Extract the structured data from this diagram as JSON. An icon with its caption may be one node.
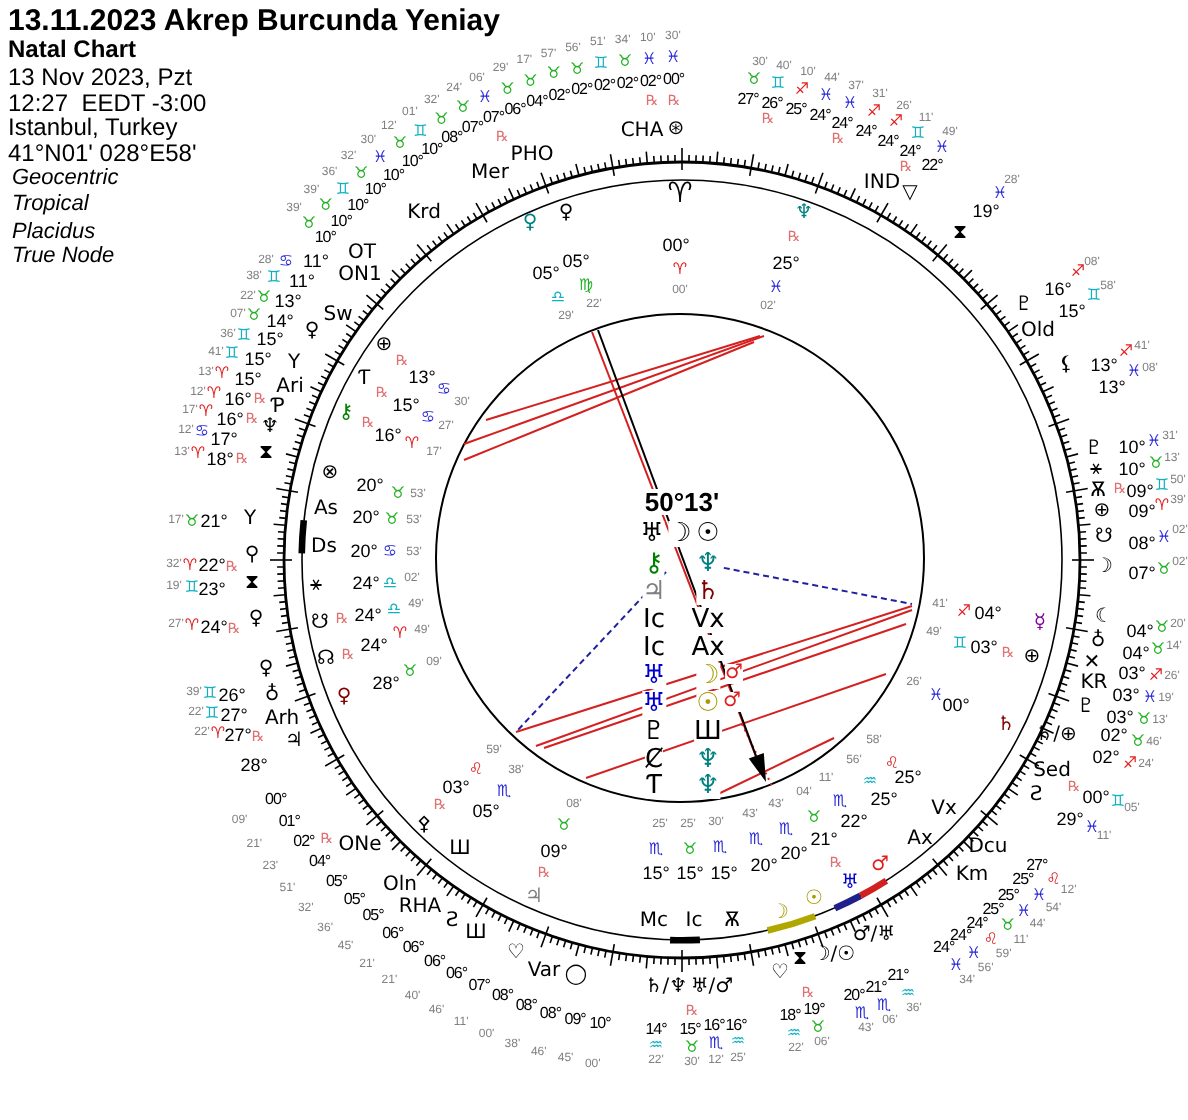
{
  "diagram": {
    "title": "13.11.2023 Akrep Burcunda Yeniay",
    "labels": [
      "Natal Chart",
      "13 Nov 2023, Pzt",
      "12:27  EEDT -3:00",
      "Istanbul, Turkey",
      "41°N01' 028°E58'",
      "Geocentric",
      "Tropical",
      "Placidus",
      "True Node",
      "50°13'",
      "♅",
      "☽",
      "☉",
      "⚷",
      "♆",
      "♃",
      "♄",
      "Ic",
      "Vx",
      "Ic",
      "Ax",
      "♅",
      "☽",
      "♂",
      "♅",
      "☉",
      "♂",
      "♇",
      "Ш",
      "Ȼ",
      "♆",
      "Ƭ",
      "♆",
      "♈",
      "00°",
      "♈",
      "00'",
      "♆",
      "℞",
      "25°",
      "♓",
      "02'",
      "⊗",
      "20°",
      "♉",
      "53'",
      "As",
      "20°",
      "♉",
      "53'",
      "Ds",
      "20°",
      "♋",
      "53'",
      "⚹",
      "24°",
      "♎",
      "02'",
      "☋",
      "℞",
      "24°",
      "♎",
      "49'",
      "☊",
      "℞",
      "24°",
      "♈",
      "49'",
      "♀",
      "28°",
      "♉",
      "09'",
      "⊕",
      "℞",
      "13°",
      "♋",
      "30'",
      "Ƭ",
      "℞",
      "15°",
      "♋",
      "27'",
      "⚷",
      "℞",
      "16°",
      "♈",
      "17'",
      "59'",
      "♌",
      "03°",
      "℞",
      "⚴",
      "38'",
      "♏",
      "05°",
      "Ш",
      "08'",
      "♉",
      "09°",
      "℞",
      "♃",
      "25'",
      "♏",
      "15°",
      "Mc",
      "25'",
      "♉",
      "15°",
      "Ic",
      "30'",
      "♏",
      "15°",
      "Ѫ",
      "43'",
      "♏",
      "20°",
      "☽",
      "43'",
      "♏",
      "20°",
      "☉",
      "04'",
      "♉",
      "21°",
      "℞",
      "♅",
      "11'",
      "♏",
      "22°",
      "♂",
      "56'",
      "♒",
      "25°",
      "Ax",
      "58'",
      "♌",
      "25°",
      "Vx",
      "41'",
      "♐",
      "04°",
      "☿",
      "49'",
      "♊",
      "03°",
      "℞",
      "⊕",
      "26'",
      "♓",
      "00°",
      "♄",
      "⚸",
      "13°",
      "♐",
      "41'",
      "13°",
      "♓",
      "08'",
      "♇",
      "10°",
      "♓",
      "31'",
      "⚹",
      "10°",
      "♉",
      "13'",
      "Ѫ",
      "℞",
      "09°",
      "♊",
      "50'",
      "⊕",
      "09°",
      "♈",
      "39'",
      "☋",
      "08°",
      "♓",
      "02'",
      "☽",
      "07°",
      "♉",
      "02'",
      "☾",
      "04°",
      "♉",
      "20'",
      "♁",
      "04°",
      "♉",
      "14'",
      "✕",
      "03°",
      "♐",
      "26'",
      "KR",
      "03°",
      "♓",
      "19'",
      "♇",
      "03°",
      "♉",
      "13'",
      "♄/⊕",
      "02°",
      "♉",
      "46'",
      "02°",
      "♐",
      "24'",
      "Sed",
      "℞",
      "00°",
      "♊",
      "05'",
      "Ƨ",
      "29°",
      "♓",
      "11'",
      "Dcu",
      "27°",
      "♉",
      "30'",
      "26°",
      "♊",
      "40'",
      "℞",
      "25°",
      "♐",
      "10'",
      "24°",
      "♓",
      "44'",
      "24°",
      "♓",
      "37'",
      "℞",
      "24°",
      "♐",
      "31'",
      "24°",
      "♐",
      "26'",
      "24°",
      "♊",
      "11'",
      "℞",
      "22°",
      "♓",
      "49'",
      "IND",
      "▽",
      "⧗",
      "19°",
      "♓",
      "28'",
      "♇",
      "16°",
      "♐",
      "08'",
      "Old",
      "15°",
      "♊",
      "58'",
      "♀",
      "♀",
      "05°",
      "05°",
      "♎",
      "29'",
      "♍",
      "22'",
      "39'",
      "♉",
      "10°",
      "39'",
      "♉",
      "10°",
      "36'",
      "♊",
      "10°",
      "32'",
      "♉",
      "10°",
      "30'",
      "♓",
      "10°",
      "12'",
      "♉",
      "10°",
      "01'",
      "♊",
      "10°",
      "32'",
      "♉",
      "08°",
      "24'",
      "♉",
      "07°",
      "06'",
      "♓",
      "07°",
      "℞",
      "29'",
      "♉",
      "06°",
      "17'",
      "♉",
      "04°",
      "57'",
      "♉",
      "02°",
      "56'",
      "♉",
      "02°",
      "51'",
      "♊",
      "02°",
      "34'",
      "♉",
      "02°",
      "10'",
      "♓",
      "02°",
      "℞",
      "30'",
      "♓",
      "00°",
      "℞",
      "CHA",
      "⊛",
      "Krd",
      "Mer",
      "PHO",
      "28'",
      "♋",
      "11°",
      "38'",
      "♊",
      "11°",
      "OT",
      "ON1",
      "22'",
      "♉",
      "13°",
      "07'",
      "♉",
      "14°",
      "♀",
      "Sw",
      "36'",
      "♊",
      "15°",
      "41'",
      "♊",
      "15°",
      "13'",
      "♈",
      "15°",
      "Y",
      "12'",
      "♈",
      "16°",
      "℞",
      "Ari",
      "17'",
      "♈",
      "16°",
      "℞",
      "Ƥ",
      "12'",
      "♋",
      "17°",
      "♆",
      "13'",
      "♈",
      "18°",
      "℞",
      "⧗",
      "17'",
      "♉",
      "21°",
      "Y",
      "32'",
      "♈",
      "22°",
      "℞",
      "⚲",
      "19'",
      "♊",
      "23°",
      "⧗",
      "27'",
      "♈",
      "24°",
      "℞",
      "♀",
      "39'",
      "♊",
      "26°",
      "♀",
      "♁",
      "22'",
      "♊",
      "27°",
      "Arh",
      "22'",
      "♈",
      "27°",
      "℞",
      "♃",
      "14°",
      "♒",
      "22'",
      "15°",
      "℞",
      "♉",
      "30'",
      "16°",
      "♏",
      "12'",
      "16°",
      "♒",
      "25'",
      "18°",
      "♒",
      "22'",
      "19°",
      "℞",
      "♉",
      "06'",
      "20°",
      "♏",
      "43'",
      "21°",
      "♏",
      "06'",
      "21°",
      "♒",
      "36'",
      "28°",
      "09'",
      "00°",
      "21'",
      "01°",
      "23'",
      "02°",
      "℞",
      "51'",
      "04°",
      "32'",
      "05°",
      "36'",
      "05°",
      "45'",
      "05°",
      "21'",
      "06°",
      "21'",
      "06°",
      "40'",
      "06°",
      "46'",
      "06°",
      "11'",
      "07°",
      "00'",
      "08°",
      "38'",
      "08°",
      "46'",
      "08°",
      "45'",
      "09°",
      "00'",
      "10°",
      "ONe",
      "Oln",
      "RHA",
      "Ƨ",
      "Ш",
      "♡",
      "Var",
      "◯",
      "Km",
      "24°",
      "♓",
      "34'",
      "24°",
      "♓",
      "56'",
      "24°",
      "♌",
      "59'",
      "25°",
      "♉",
      "11'",
      "25°",
      "♓",
      "44'",
      "25°",
      "♓",
      "54'",
      "27°",
      "♌",
      "12'",
      "♄/♆",
      "♅/♂",
      "♡",
      "⧗",
      "☽/☉",
      "♂/♅"
    ]
  }
}
